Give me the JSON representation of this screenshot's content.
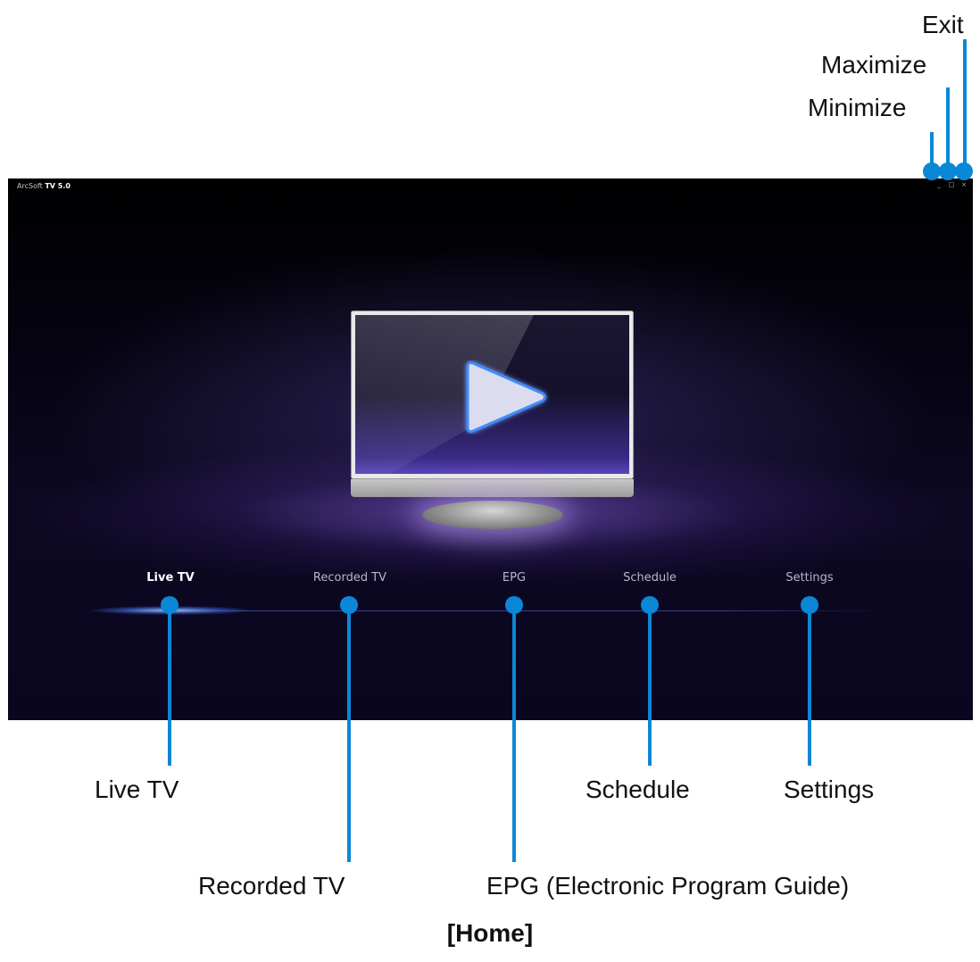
{
  "app": {
    "title_prefix": "ArcSoft",
    "title_product": "TV 5.0",
    "window_controls": [
      {
        "name": "minimize",
        "glyph": "_"
      },
      {
        "name": "maximize",
        "glyph": "□"
      },
      {
        "name": "close",
        "glyph": "×"
      }
    ]
  },
  "hero": {
    "icon": "tv-play-icon"
  },
  "nav": {
    "items": [
      {
        "label": "Live TV",
        "active": true
      },
      {
        "label": "Recorded TV",
        "active": false
      },
      {
        "label": "EPG",
        "active": false
      },
      {
        "label": "Schedule",
        "active": false
      },
      {
        "label": "Settings",
        "active": false
      }
    ]
  },
  "callouts": {
    "exit": "Exit",
    "maximize": "Maximize",
    "minimize": "Minimize",
    "live_tv": "Live TV",
    "recorded_tv": "Recorded TV",
    "epg": "EPG (Electronic Program Guide)",
    "schedule": "Schedule",
    "settings": "Settings",
    "color": "#0a88d6"
  },
  "caption": "[Home]"
}
